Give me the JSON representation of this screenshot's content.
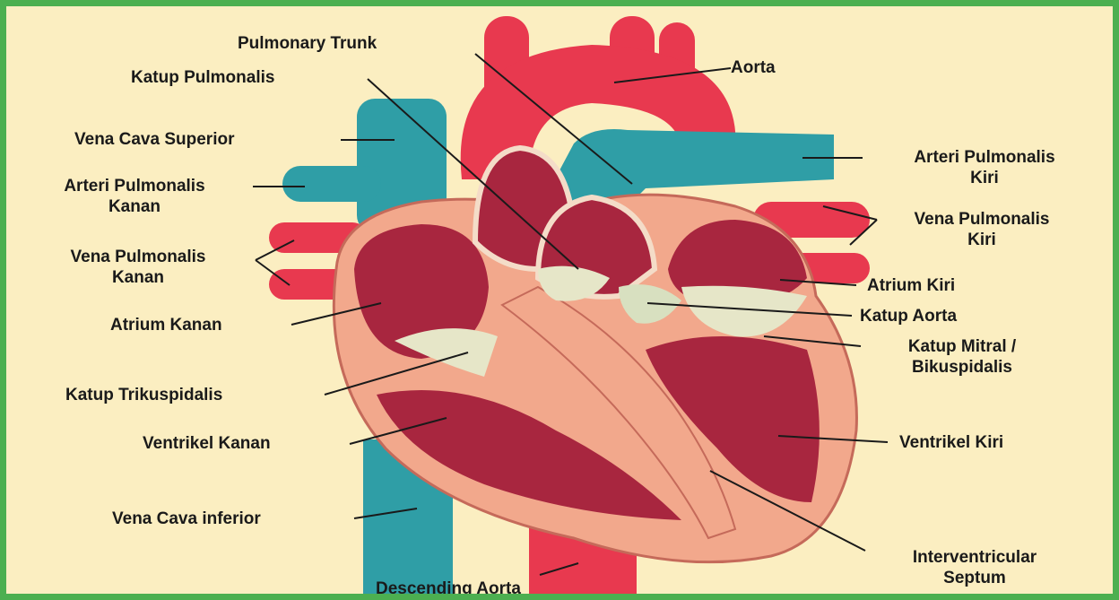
{
  "colors": {
    "frame": "#4caf50",
    "background": "#fbeec1",
    "artery": "#e8394f",
    "vein": "#2f9ea6",
    "chamber": "#a8263f",
    "muscle": "#f2a88c",
    "valve": "#e6e6c8"
  },
  "labels": {
    "pulmonary_trunk": "Pulmonary Trunk",
    "aorta": "Aorta",
    "katup_pulmonalis": "Katup Pulmonalis",
    "vena_cava_superior": "Vena Cava Superior",
    "arteri_pulmonalis_kiri_1": "Arteri Pulmonalis",
    "arteri_pulmonalis_kiri_2": "Kiri",
    "arteri_pulmonalis_kanan_1": "Arteri Pulmonalis",
    "arteri_pulmonalis_kanan_2": "Kanan",
    "vena_pulmonalis_kiri_1": "Vena Pulmonalis",
    "vena_pulmonalis_kiri_2": "Kiri",
    "vena_pulmonalis_kanan_1": "Vena Pulmonalis",
    "vena_pulmonalis_kanan_2": "Kanan",
    "atrium_kiri": "Atrium Kiri",
    "atrium_kanan": "Atrium Kanan",
    "katup_aorta": "Katup Aorta",
    "katup_mitral_1": "Katup Mitral /",
    "katup_mitral_2": "Bikuspidalis",
    "katup_trikuspidalis": "Katup Trikuspidalis",
    "ventrikel_kanan": "Ventrikel Kanan",
    "ventrikel_kiri": "Ventrikel Kiri",
    "vena_cava_inferior": "Vena Cava inferior",
    "interventricular_1": "Interventricular",
    "interventricular_2": "Septum",
    "descending_aorta": "Descending Aorta"
  }
}
